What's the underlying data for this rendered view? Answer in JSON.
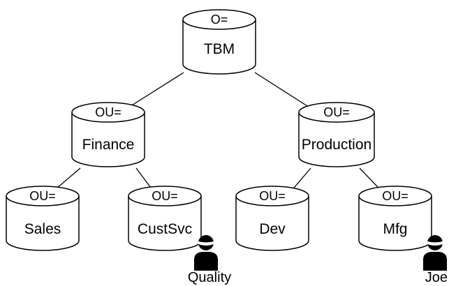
{
  "diagram": {
    "nodes": [
      {
        "id": "tbm",
        "type_label": "O=",
        "name": "TBM"
      },
      {
        "id": "finance",
        "type_label": "OU=",
        "name": "Finance"
      },
      {
        "id": "production",
        "type_label": "OU=",
        "name": "Production"
      },
      {
        "id": "sales",
        "type_label": "OU=",
        "name": "Sales"
      },
      {
        "id": "custsvc",
        "type_label": "OU=",
        "name": "CustSvc"
      },
      {
        "id": "dev",
        "type_label": "OU=",
        "name": "Dev"
      },
      {
        "id": "mfg",
        "type_label": "OU=",
        "name": "Mfg"
      }
    ],
    "edges": [
      {
        "from": "tbm",
        "to": "finance"
      },
      {
        "from": "tbm",
        "to": "production"
      },
      {
        "from": "finance",
        "to": "sales"
      },
      {
        "from": "finance",
        "to": "custsvc"
      },
      {
        "from": "production",
        "to": "dev"
      },
      {
        "from": "production",
        "to": "mfg"
      }
    ],
    "users": [
      {
        "id": "quality",
        "name": "Quality",
        "attached_to": "custsvc",
        "icon": "user-icon"
      },
      {
        "id": "joe",
        "name": "Joe",
        "attached_to": "mfg",
        "icon": "user-icon"
      }
    ]
  }
}
